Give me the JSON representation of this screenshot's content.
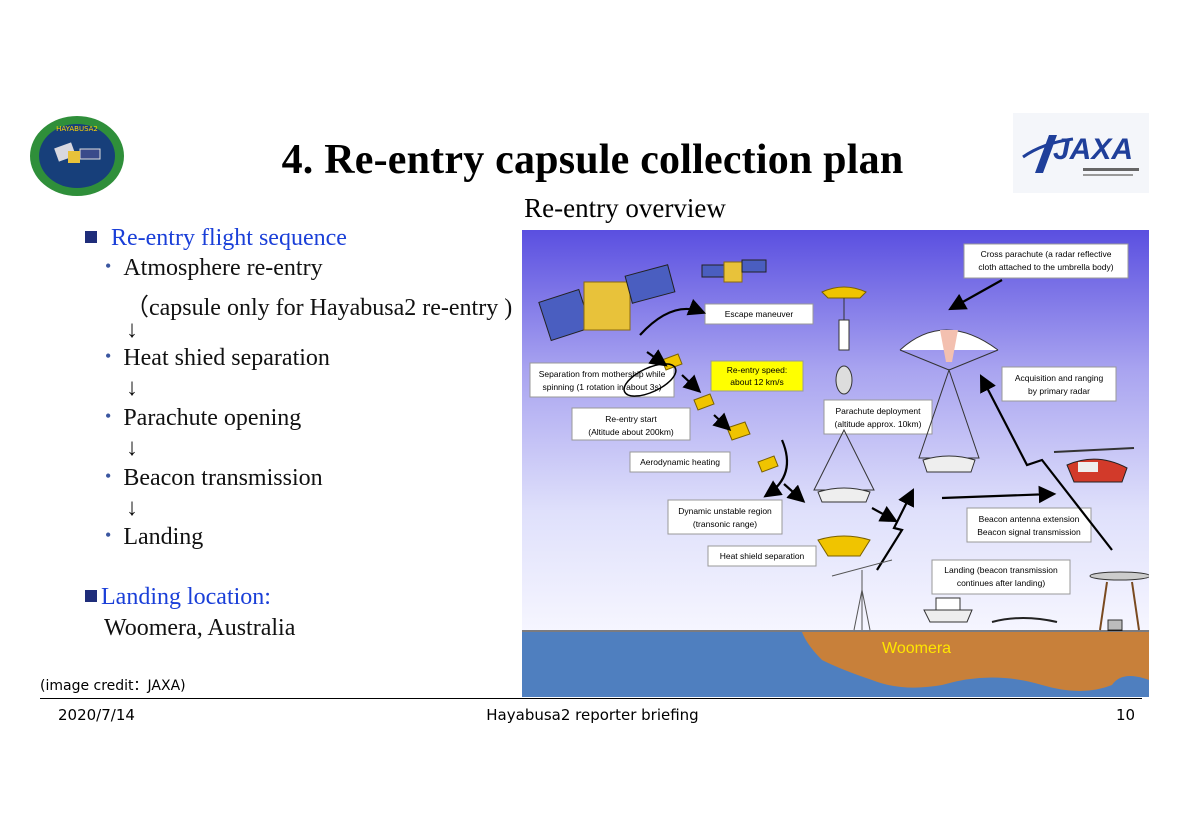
{
  "header": {
    "title": "4. Re-entry capsule collection plan",
    "subtitle": "Re-entry overview",
    "mission_logo_text": "HAYABUSA2",
    "agency_logo_text": "JAXA"
  },
  "left_panel": {
    "section1_title": "Re-entry flight sequence",
    "steps": [
      {
        "label": "Atmosphere re-entry",
        "note": "（capsule only for Hayabusa2 re-entry )"
      },
      {
        "label": "Heat shied separation"
      },
      {
        "label": "Parachute opening"
      },
      {
        "label": "Beacon transmission"
      },
      {
        "label": "Landing"
      }
    ],
    "arrow": "↓",
    "section2_title": "Landing location",
    "section2_colon": ":",
    "location": "Woomera, Australia"
  },
  "diagram": {
    "labels": {
      "escape": "Escape maneuver",
      "cross_parachute_1": "Cross parachute (a radar reflective",
      "cross_parachute_2": "cloth attached to the umbrella body)",
      "separation_1": "Separation from mothership while",
      "separation_2": "spinning (1 rotation in about 3s)",
      "speed_1": "Re-entry speed:",
      "speed_2": "about 12 km/s",
      "acq_1": "Acquisition and ranging",
      "acq_2": "by primary radar",
      "reentry_start_1": "Re-entry start",
      "reentry_start_2": "(Altitude about 200km)",
      "parachute_deploy_1": "Parachute deployment",
      "parachute_deploy_2": "(altitude approx. 10km)",
      "aero_heating": "Aerodynamic heating",
      "dynamic_1": "Dynamic unstable region",
      "dynamic_2": "(transonic range)",
      "beacon_1": "Beacon antenna extension",
      "beacon_2": "Beacon signal transmission",
      "heat_shield_sep": "Heat shield separation",
      "landing_1": "Landing (beacon transmission",
      "landing_2": "continues after landing)",
      "woomera": "Woomera"
    },
    "colors": {
      "sky_top": "#5a4fe0",
      "sky_bottom": "#f4f4ff",
      "ocean": "#4f7fbf",
      "land": "#c8803a",
      "highlight": "#ffff00",
      "woomera_text": "#ffe600"
    }
  },
  "credit": "(image credit：JAXA)",
  "footer": {
    "date": "2020/7/14",
    "event": "Hayabusa2 reporter briefing",
    "page": "10"
  }
}
